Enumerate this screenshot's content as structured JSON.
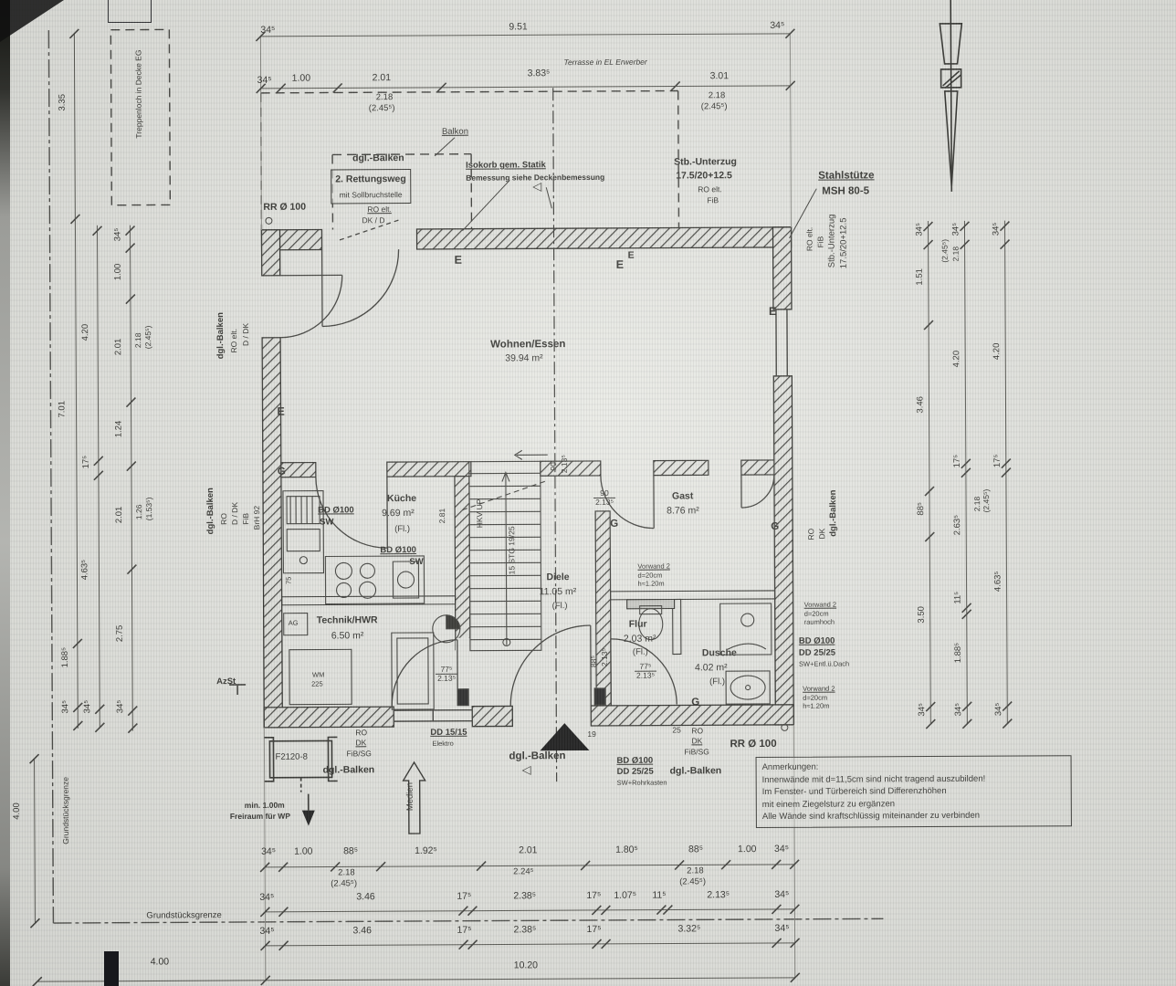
{
  "labels": {
    "terrasse": "Terrasse in EL Erwerber",
    "balkon": "Balkon",
    "dgl_balken": "dgl.-Balken",
    "rettungsweg": "2. Rettungsweg",
    "sollbruch": "mit Sollbruchstelle",
    "ro_elt": "RO elt.",
    "dk_d": "DK  /  D",
    "isokorb": "Isokorb gem. Statik",
    "bemessung": "Bemessung siehe Deckenbemessung",
    "stb_unterzug": "Stb.-Unterzug",
    "unterzug_dim": "17.5/20+12.5",
    "fib": "FiB",
    "stahl": "Stahlstütze",
    "msh": "MSH 80-5",
    "rr100": "RR Ø 100",
    "treppenloch": "Treppenloch in Decke EG",
    "bd100": "BD Ø100",
    "sw": "SW",
    "dd2525": "DD 25/25",
    "sw_rohr": "SW+Rohrkasten",
    "sw_entl": "SW+Entl.ü.Dach",
    "dd1515": "DD 15/15",
    "elektro": "Elektro",
    "vorwand": "Vorwand 2",
    "d20": "d=20cm",
    "h120": "h≈1.20m",
    "raumhoch": "raumhoch",
    "stg": "15 STG 19/25",
    "hkv": "HKV UP",
    "ro": "RO",
    "dk": "DK",
    "d_dk": "D  /  DK",
    "fibsg": "FiB/SG",
    "brh": "BrH 92",
    "azst": "AzSt",
    "ag": "AG",
    "wm": "WM",
    "wm_num": "225",
    "f2120": "F2120-8",
    "medien": "Medien",
    "min100": "min. 1.00m",
    "freiraum": "Freiraum für WP",
    "grenze": "Grundstücksgrenze",
    "e": "E",
    "g": "G",
    "marker": "◁"
  },
  "rooms": {
    "wohnen": {
      "name": "Wohnen/Essen",
      "area": "39.94 m²"
    },
    "kueche": {
      "name": "Küche",
      "area": "9.69 m²",
      "fl": "(Fl.)"
    },
    "diele": {
      "name": "Diele",
      "area": "11.05 m²",
      "fl": "(Fl.)"
    },
    "gast": {
      "name": "Gast",
      "area": "8.76 m²"
    },
    "technik": {
      "name": "Technik/HWR",
      "area": "6.50 m²"
    },
    "flur": {
      "name": "Flur",
      "area": "2.03 m²",
      "fl": "(Fl.)"
    },
    "dusche": {
      "name": "Dusche",
      "area": "4.02 m²",
      "fl": "(Fl.)"
    }
  },
  "dims": {
    "top1": [
      "34⁵",
      "9.51",
      "34⁵"
    ],
    "top2": [
      "34⁵",
      "1.00",
      "2.01",
      "3.83⁵",
      "3.01"
    ],
    "sub218": "2.18",
    "sub245": "(2.45⁵)",
    "sub126": "1.26",
    "sub153": "(1.53⁵)",
    "sub224": "2.24⁵",
    "d90": "90",
    "d213": "2.13⁵",
    "d775": "77⁵",
    "d885": "88⁵",
    "d281": "2.81",
    "d75": "75",
    "d19": "19",
    "d25": "25",
    "leftA": [
      "3.35",
      "7.01",
      "1.88⁵",
      "34⁵"
    ],
    "leftB": [
      "4.20",
      "17⁵",
      "4.63⁵",
      "34⁵"
    ],
    "leftC": [
      "34⁵",
      "1.00",
      "2.01",
      "1.24",
      "2.01",
      "2.75",
      "34⁵"
    ],
    "r1": [
      "34⁵",
      "1.51",
      "3.46",
      "88⁵",
      "3.50",
      "34⁵"
    ],
    "r2": [
      "34⁵",
      "4.20",
      "17⁵",
      "2.63⁵",
      "11⁵",
      "1.88⁵",
      "34⁵"
    ],
    "r3": [
      "34⁵",
      "4.20",
      "17⁵",
      "4.63⁵",
      "34⁵"
    ],
    "b1": [
      "34⁵",
      "1.00",
      "88⁵",
      "1.92⁵",
      "2.01",
      "1.80⁵",
      "88⁵",
      "1.00",
      "34⁵"
    ],
    "b2": [
      "34⁵",
      "3.46",
      "17⁵",
      "2.38⁵",
      "17⁵",
      "1.07⁵",
      "11⁵",
      "2.13⁵",
      "34⁵"
    ],
    "b3": [
      "34⁵",
      "3.46",
      "17⁵",
      "2.38⁵",
      "17⁵",
      "3.32⁵",
      "34⁵"
    ],
    "total": "10.20",
    "four": "4.00"
  },
  "notes": {
    "title": "Anmerkungen:",
    "lines": [
      "Innenwände mit d=11,5cm sind nicht tragend auszubilden!",
      "Im Fenster- und Türbereich sind Differenzhöhen",
      "mit einem Ziegelsturz zu ergänzen",
      "Alle Wände sind kraftschlüssig miteinander zu verbinden"
    ]
  }
}
